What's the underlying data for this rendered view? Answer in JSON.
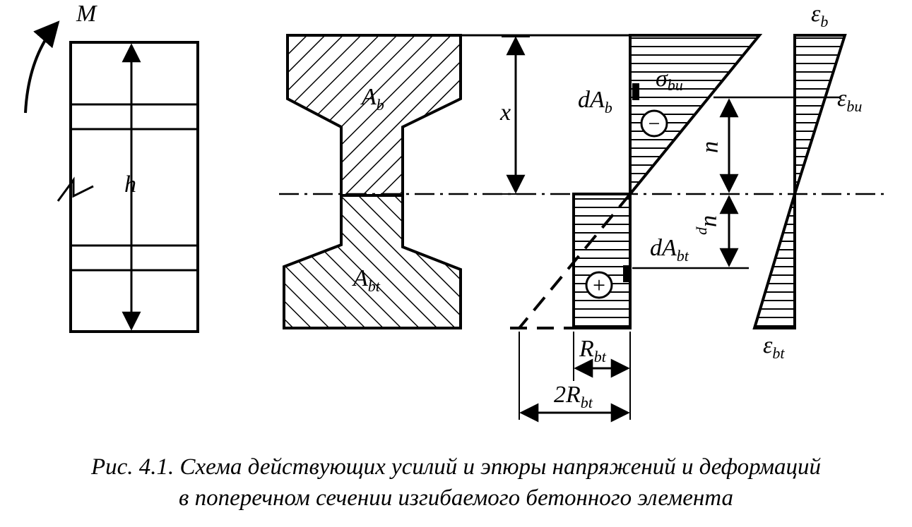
{
  "labels": {
    "moment": "M",
    "height": "h",
    "area_compressed": "A",
    "area_compressed_sub": "b",
    "area_tension": "A",
    "area_tension_sub": "bt",
    "x": "x",
    "dA_b": "dA",
    "dA_b_sub": "b",
    "dA_bt": "dA",
    "dA_bt_sub": "bt",
    "sigma_bu": "σ",
    "sigma_bu_sub": "bu",
    "u": "u",
    "u_p": "u",
    "u_p_sub": "p",
    "R_bt": "R",
    "R_bt_sub": "bt",
    "two_R_bt": "2R",
    "two_R_bt_sub": "bt",
    "eps_b": "ε",
    "eps_b_sub": "b",
    "eps_bu": "ε",
    "eps_bu_sub": "bu",
    "eps_bt": "ε",
    "eps_bt_sub": "bt",
    "minus_sign": "−",
    "plus_sign": "+"
  },
  "caption": {
    "line1": "Рис. 4.1. Схема действующих усилий и эпюры напряжений и деформаций",
    "line2": "в поперечном сечении изгибаемого бетонного элемента"
  }
}
